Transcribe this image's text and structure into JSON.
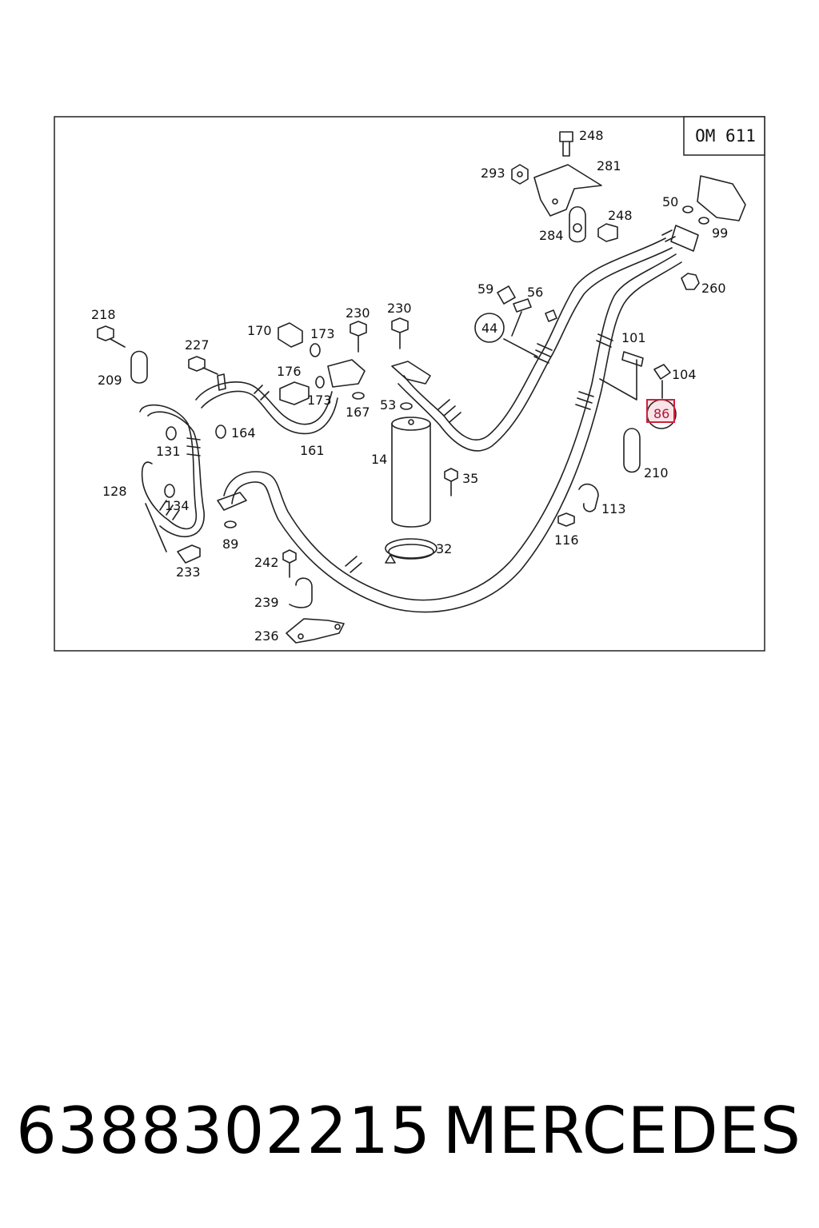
{
  "diagram": {
    "engine_code": "OM 611",
    "labels": {
      "p248a": "248",
      "p281": "281",
      "p293": "293",
      "p248b": "248",
      "p284": "284",
      "p50": "50",
      "p99": "99",
      "p260": "260",
      "p59": "59",
      "p56": "56",
      "p44": "44",
      "p101": "101",
      "p104": "104",
      "p86": "86",
      "p218": "218",
      "p209": "209",
      "p227": "227",
      "p170": "170",
      "p173a": "173",
      "p230a": "230",
      "p230b": "230",
      "p176": "176",
      "p173b": "173",
      "p167": "167",
      "p53": "53",
      "p164": "164",
      "p161": "161",
      "p131": "131",
      "p14": "14",
      "p35": "35",
      "p128": "128",
      "p134": "134",
      "p89": "89",
      "p233": "233",
      "p32": "32",
      "p242": "242",
      "p239": "239",
      "p236": "236",
      "p210": "210",
      "p113": "113",
      "p116": "116"
    },
    "highlight_color": "#d0213d"
  },
  "caption": {
    "part_number": "6388302215",
    "brand": "MERCEDES"
  }
}
